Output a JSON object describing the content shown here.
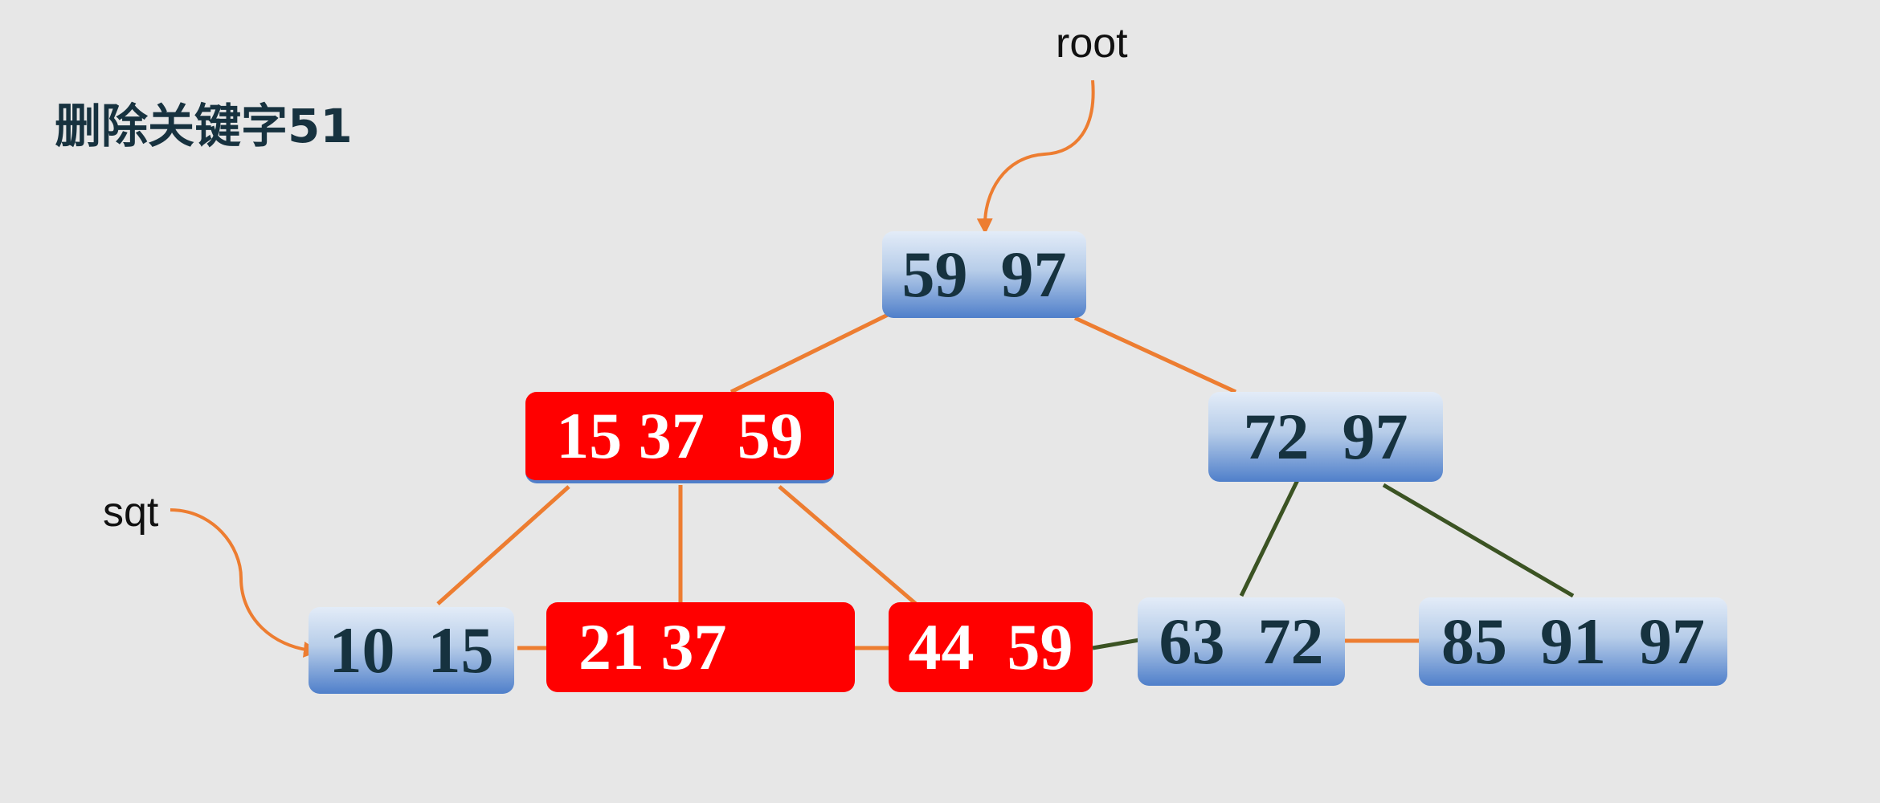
{
  "title": "删除关键字51",
  "pointers": {
    "root_label": "root",
    "sqt_label": "sqt"
  },
  "colors": {
    "background": "#e7e7e7",
    "node_blue_top": "#e3ecf8",
    "node_blue_bottom": "#4f7fca",
    "node_red": "#ff0000",
    "edge_orange": "#ed7d31",
    "edge_green": "#3b5323"
  },
  "nodes": {
    "root": {
      "keys": "59  97",
      "style": "blue"
    },
    "left_internal": {
      "keys": "15 37  59",
      "style": "red"
    },
    "right_internal": {
      "keys": "72  97",
      "style": "blue"
    },
    "leaf_1": {
      "keys": "10  15",
      "style": "blue"
    },
    "leaf_2": {
      "keys": "21 37",
      "style": "red"
    },
    "leaf_3": {
      "keys": "44  59",
      "style": "red"
    },
    "leaf_4": {
      "keys": "63  72",
      "style": "blue"
    },
    "leaf_5": {
      "keys": "85  91  97",
      "style": "blue"
    }
  }
}
